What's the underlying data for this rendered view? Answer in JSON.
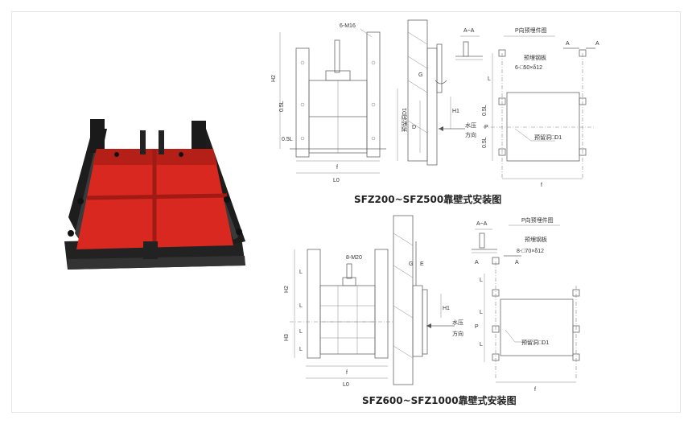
{
  "captions": {
    "top": "SFZ200~SFZ500靠壁式安装图",
    "bottom": "SFZ600~SFZ1000靠壁式安装图"
  },
  "top_front": {
    "bolt": "6-M16",
    "h2": "H2",
    "sl1": "0.5L",
    "sl2": "0.5L",
    "f": "f",
    "l0": "L0"
  },
  "top_side": {
    "g": "G",
    "d1": "预留洞D1",
    "d": "D",
    "h1": "H1",
    "water": "水压",
    "dir": "方向"
  },
  "top_aa": {
    "title": "A~A"
  },
  "top_embed": {
    "title": "P向预埋件图",
    "a1": "A",
    "a2": "A",
    "plate": "预埋钢板",
    "plate_spec": "6-□50×δ12",
    "l": "L",
    "p": "P",
    "sl1": "0.5L",
    "sl2": "0.5L",
    "hole": "预留洞□D1",
    "f": "f"
  },
  "bot_front": {
    "bolt": "8-M20",
    "h2": "H2",
    "h3": "H3",
    "l1": "L",
    "l2": "L",
    "l3": "L",
    "l4": "L",
    "f": "f",
    "l0": "L0"
  },
  "bot_side": {
    "g": "G",
    "e": "E",
    "h1": "H1",
    "water": "水压",
    "dir": "方向",
    "p": "P"
  },
  "bot_aa": {
    "title": "A~A"
  },
  "bot_embed": {
    "title": "P向预埋件图",
    "a1": "A",
    "a2": "A",
    "plate": "预埋钢板",
    "plate_spec": "8-□70×δ12",
    "l1": "L",
    "l2": "L",
    "l3": "L",
    "hole": "预留洞□D1",
    "f": "f"
  }
}
